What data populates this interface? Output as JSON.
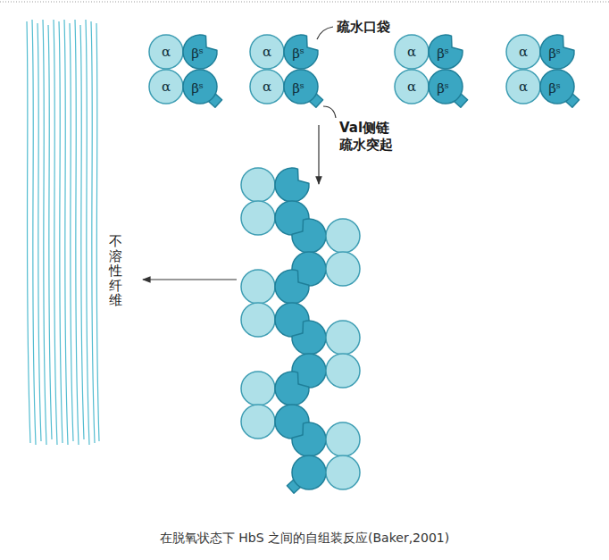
{
  "diagram": {
    "caption": "在脱氧状态下 HbS 之间的自组装反应(Baker,2001)",
    "nodes": [
      {
        "text": [
          "α"
        ]
      },
      {
        "text": [
          "βˢ"
        ]
      },
      {
        "text": [
          "α"
        ]
      },
      {
        "text": [
          "βˢ"
        ]
      },
      {
        "text": [
          "α"
        ]
      },
      {
        "text": [
          "βˢ"
        ]
      },
      {
        "text": [
          "α"
        ]
      },
      {
        "text": [
          "βˢ"
        ]
      },
      {
        "text": [
          "α"
        ]
      },
      {
        "text": [
          "βˢ"
        ]
      },
      {
        "text": [
          "α"
        ]
      },
      {
        "text": [
          "βˢ"
        ]
      },
      {
        "text": [
          "α"
        ]
      },
      {
        "text": [
          "βˢ"
        ]
      },
      {
        "text": [
          "α"
        ]
      },
      {
        "text": [
          "βˢ"
        ]
      }
    ],
    "labels": [
      "疏水口袋",
      "Val侧链 疏水突起",
      "不溶性纤维"
    ]
  }
}
